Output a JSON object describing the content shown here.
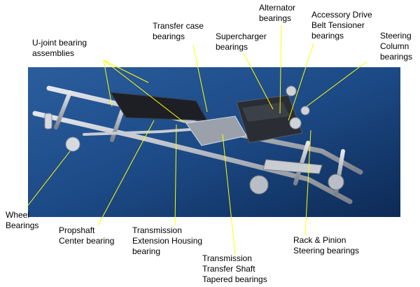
{
  "callout_color": "#ffff00",
  "photo": {
    "subject": "truck-chassis-drivetrain",
    "background_color": "#1c4a86"
  },
  "labels": {
    "ujoint": [
      "U-joint bearing",
      "assemblies"
    ],
    "transfer_case": [
      "Transfer case",
      "bearings"
    ],
    "alternator": [
      "Alternator",
      "bearings"
    ],
    "supercharger": [
      "Supercharger",
      "bearings"
    ],
    "accessory_drive": [
      "Accessory Drive",
      "Belt Tensioner",
      "bearings"
    ],
    "steering_column": [
      "Steering",
      "Column",
      "bearings"
    ],
    "wheel": [
      "Wheel",
      "Bearings"
    ],
    "propshaft": [
      "Propshaft",
      "Center bearing"
    ],
    "trans_ext": [
      "Transmission",
      "Extension Housing",
      "bearing"
    ],
    "trans_shaft": [
      "Transmission",
      "Transfer Shaft",
      "Tapered bearings"
    ],
    "rack_pinion": [
      "Rack & Pinion",
      "Steering bearings"
    ]
  }
}
